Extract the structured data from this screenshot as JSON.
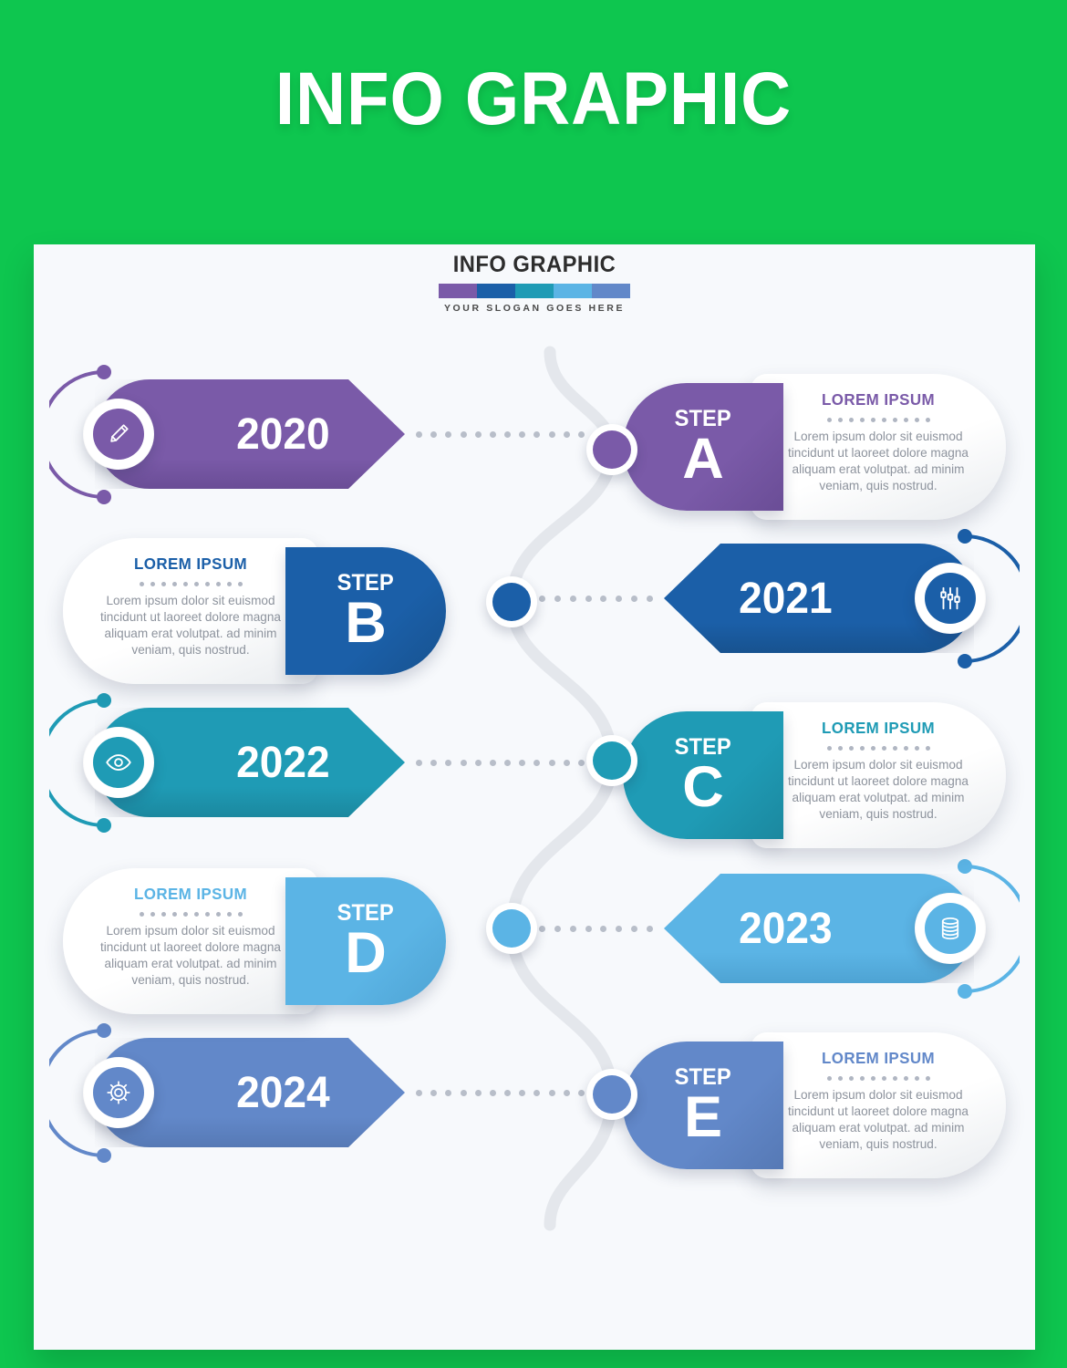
{
  "poster": {
    "title": "INFO GRAPHIC",
    "background_color": "#0ec64f",
    "canvas_color": "#f7f9fc"
  },
  "logo": {
    "title": "INFO GRAPHIC",
    "slogan": "YOUR SLOGAN GOES HERE",
    "bar_colors": [
      "#7a5aa8",
      "#1b5fa8",
      "#1f9bb5",
      "#5bb4e5",
      "#6288c9"
    ]
  },
  "card_defaults": {
    "title": "LOREM IPSUM",
    "body": "Lorem ipsum dolor sit euismod tincidunt ut laoreet dolore magna aliquam erat volutpat. ad minim veniam, quis nostrud.",
    "step_word": "STEP",
    "dot_count": 10
  },
  "rows": [
    {
      "year": "2020",
      "year_side": "left",
      "color": "#7a5aa8",
      "color_dark": "#6a4d96",
      "icon": "pencil-icon",
      "step_letter": "A",
      "step_word": "STEP",
      "card_title": "LOREM IPSUM",
      "card_body": "Lorem ipsum dolor sit euismod tincidunt ut laoreet dolore magna aliquam erat volutpat. ad minim veniam, quis nostrud."
    },
    {
      "year": "2021",
      "year_side": "right",
      "color": "#1b5fa8",
      "color_dark": "#17528f",
      "icon": "sliders-icon",
      "step_letter": "B",
      "step_word": "STEP",
      "card_title": "LOREM IPSUM",
      "card_body": "Lorem ipsum dolor sit euismod tincidunt ut laoreet dolore magna aliquam erat volutpat. ad minim veniam, quis nostrud."
    },
    {
      "year": "2022",
      "year_side": "left",
      "color": "#1f9bb5",
      "color_dark": "#1b889f",
      "icon": "eye-icon",
      "step_letter": "C",
      "step_word": "STEP",
      "card_title": "LOREM IPSUM",
      "card_body": "Lorem ipsum dolor sit euismod tincidunt ut laoreet dolore magna aliquam erat volutpat. ad minim veniam, quis nostrud."
    },
    {
      "year": "2023",
      "year_side": "right",
      "color": "#5bb4e5",
      "color_dark": "#4ea3d3",
      "icon": "database-icon",
      "step_letter": "D",
      "step_word": "STEP",
      "card_title": "LOREM IPSUM",
      "card_body": "Lorem ipsum dolor sit euismod tincidunt ut laoreet dolore magna aliquam erat volutpat. ad minim veniam, quis nostrud."
    },
    {
      "year": "2024",
      "year_side": "left",
      "color": "#6288c9",
      "color_dark": "#5679b5",
      "icon": "gear-icon",
      "step_letter": "E",
      "step_word": "STEP",
      "card_title": "LOREM IPSUM",
      "card_body": "Lorem ipsum dolor sit euismod tincidunt ut laoreet dolore magna aliquam erat volutpat. ad minim veniam, quis nostrud."
    }
  ]
}
